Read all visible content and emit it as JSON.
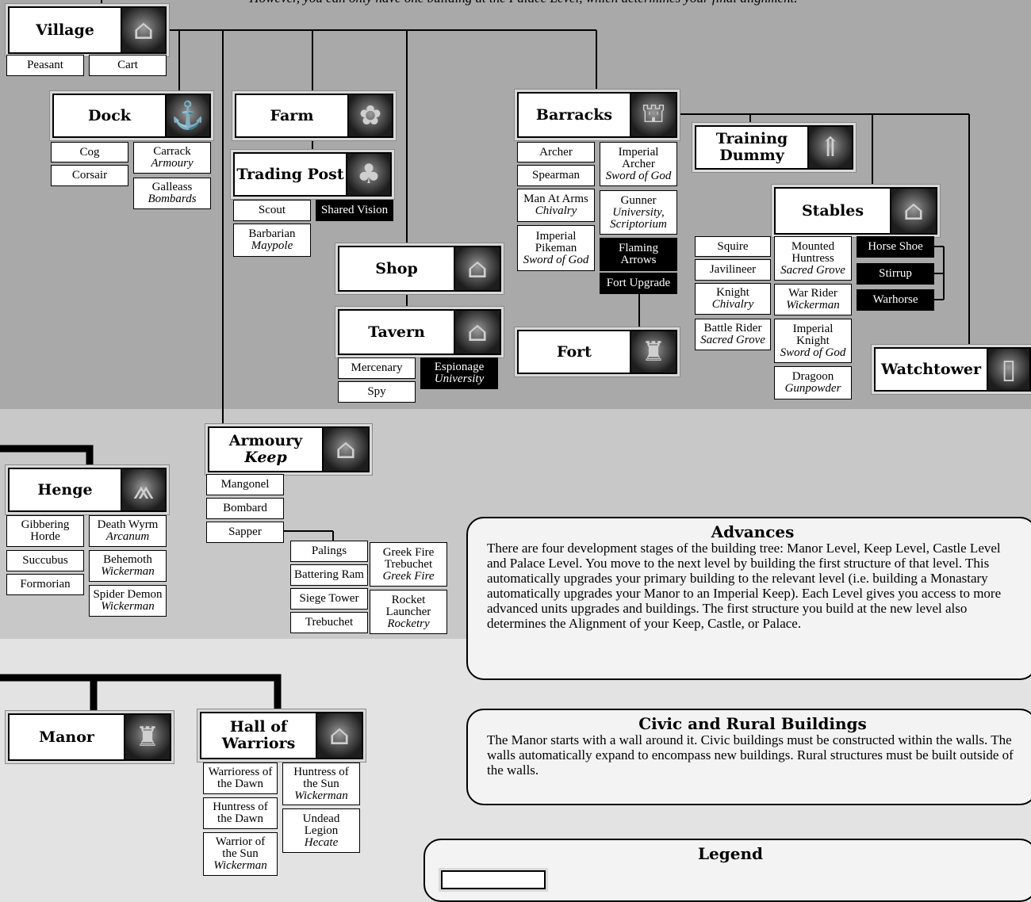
{
  "top_note": "However, you can only have one building at the Palace Level, which determines your final alignment.",
  "buildings": {
    "village": "Village",
    "dock": "Dock",
    "farm": "Farm",
    "trading_post": "Trading Post",
    "barracks": "Barracks",
    "training_dummy": "Training Dummy",
    "stables": "Stables",
    "shop": "Shop",
    "tavern": "Tavern",
    "fort": "Fort",
    "watchtower": "Watchtower",
    "armoury": "Armoury",
    "armoury_req": "Keep",
    "henge": "Henge",
    "manor": "Manor",
    "hall_of_warriors": "Hall of Warriors"
  },
  "units": {
    "peasant": "Peasant",
    "cart": "Cart",
    "cog": "Cog",
    "corsair": "Corsair",
    "carrack": {
      "name": "Carrack",
      "req": "Armoury"
    },
    "galleass": {
      "name": "Galleass",
      "req": "Bombards"
    },
    "scout": "Scout",
    "shared_vision": "Shared Vision",
    "barbarian": {
      "name": "Barbarian",
      "req": "Maypole"
    },
    "archer": "Archer",
    "spearman": "Spearman",
    "man_at_arms": {
      "name": "Man At Arms",
      "req": "Chivalry"
    },
    "imperial_pikeman": {
      "name": "Imperial Pikeman",
      "req": "Sword of God"
    },
    "imperial_archer": {
      "name": "Imperial Archer",
      "req": "Sword of God"
    },
    "gunner": {
      "name": "Gunner",
      "req": "University, Scriptorium"
    },
    "flaming_arrows": "Flaming Arrows",
    "fort_upgrade": "Fort Upgrade",
    "mercenary": "Mercenary",
    "spy": "Spy",
    "espionage": {
      "name": "Espionage",
      "req": "University"
    },
    "squire": "Squire",
    "javilineer": "Javilineer",
    "knight": {
      "name": "Knight",
      "req": "Chivalry"
    },
    "battle_rider": {
      "name": "Battle Rider",
      "req": "Sacred Grove"
    },
    "mounted_huntress": {
      "name": "Mounted Huntress",
      "req": "Sacred Grove"
    },
    "war_rider": {
      "name": "War Rider",
      "req": "Wickerman"
    },
    "imperial_knight": {
      "name": "Imperial Knight",
      "req": "Sword of God"
    },
    "dragoon": {
      "name": "Dragoon",
      "req": "Gunpowder"
    },
    "horse_shoe": "Horse Shoe",
    "stirrup": "Stirrup",
    "warhorse": "Warhorse",
    "mangonel": "Mangonel",
    "bombard": "Bombard",
    "sapper": "Sapper",
    "palings": "Palings",
    "battering_ram": "Battering Ram",
    "siege_tower": "Siege Tower",
    "trebuchet": "Trebuchet",
    "greek_fire_trebuchet": {
      "name": "Greek Fire Trebuchet",
      "req": "Greek Fire"
    },
    "rocket_launcher": {
      "name": "Rocket Launcher",
      "req": "Rocketry"
    },
    "gibbering_horde": "Gibbering Horde",
    "succubus": "Succubus",
    "formorian": "Formorian",
    "death_wyrm": {
      "name": "Death Wyrm",
      "req": "Arcanum"
    },
    "behemoth": {
      "name": "Behemoth",
      "req": "Wickerman"
    },
    "spider_demon": {
      "name": "Spider Demon",
      "req": "Wickerman"
    },
    "warrioress_dawn": "Warrioress of the Dawn",
    "huntress_dawn": "Huntress of the Dawn",
    "warrior_sun": {
      "name": "Warrior of the Sun",
      "req": "Wickerman"
    },
    "huntress_sun": {
      "name": "Huntress of the Sun",
      "req": "Wickerman"
    },
    "undead_legion": {
      "name": "Undead Legion",
      "req": "Hecate"
    }
  },
  "advances": {
    "title": "Advances",
    "body": "There are four development stages of the building tree: Manor Level, Keep Level, Castle Level and Palace Level. You move to the next level by building the first structure of that level. This automatically upgrades your primary building to the relevant level (i.e. building a Monastary automatically upgrades your Manor to an Imperial Keep). Each Level gives you access to more advanced units upgrades and buildings. The first structure you build at the new level also determines the Alignment of your Keep, Castle, or Palace."
  },
  "civic": {
    "title": "Civic and Rural Buildings",
    "body": "The Manor starts with a wall around it. Civic buildings must be constructed within the walls. The walls automatically expand to encompass new buildings. Rural structures must be built outside of the walls."
  },
  "legend": {
    "title": "Legend"
  }
}
